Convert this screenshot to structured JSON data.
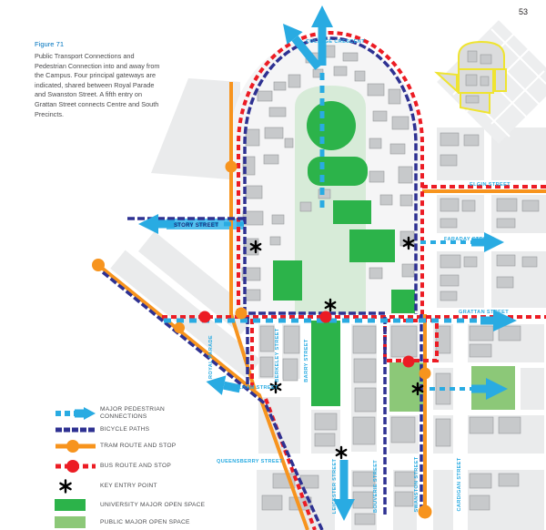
{
  "page": {
    "number": "53"
  },
  "figure": {
    "label": "Figure 71",
    "caption": "Public Transport Connections and Pedestrian Connection into and away from the Campus. Four principal gateways are indicated, shared between Royal Parade and Swanston Street. A fifth entry on Grattan Street connects Centre and South Precincts."
  },
  "legend": {
    "items": [
      {
        "label": "MAJOR PEDESTRIAN CONNECTIONS",
        "symbol": "dashed-arrow-icon",
        "color": "#29ABE2"
      },
      {
        "label": "BICYCLE PATHS",
        "symbol": "dashed-line-icon",
        "color": "#2E3192"
      },
      {
        "label": "TRAM ROUTE AND STOP",
        "symbol": "line-with-dot-icon",
        "color": "#F7941E"
      },
      {
        "label": "BUS ROUTE AND STOP",
        "symbol": "dashed-line-with-dot-icon",
        "color": "#EC1C24"
      },
      {
        "label": "KEY ENTRY POINT",
        "symbol": "asterisk-icon",
        "color": "#000000"
      },
      {
        "label": "UNIVERSITY MAJOR OPEN SPACE",
        "symbol": "square-icon",
        "color": "#2CB34A"
      },
      {
        "label": "PUBLIC MAJOR OPEN SPACE",
        "symbol": "square-icon",
        "color": "#8CC878"
      }
    ]
  },
  "map": {
    "streets": [
      {
        "name": "COLLEGE CRESCENT"
      },
      {
        "name": "STORY STREET"
      },
      {
        "name": "ELGIN STREET"
      },
      {
        "name": "FARADAY STREET"
      },
      {
        "name": "GRATTAN STREET"
      },
      {
        "name": "ROYAL PARADE"
      },
      {
        "name": "BERKELEY STREET"
      },
      {
        "name": "BARRY STREET"
      },
      {
        "name": "PELHAM STREET"
      },
      {
        "name": "QUEENSBERRY STREET"
      },
      {
        "name": "LEICESTER STREET"
      },
      {
        "name": "BOUVERIE STREET"
      },
      {
        "name": "SWANSTON STREET"
      },
      {
        "name": "CARDIGAN STREET"
      }
    ],
    "key_entry_point_count": 6,
    "colors": {
      "pedestrian": "#29ABE2",
      "bicycle": "#2E3192",
      "tram": "#F7941E",
      "bus": "#EC1C24",
      "university_open_space": "#2CB34A",
      "public_open_space": "#8CC878",
      "inset_outline": "#EFE431",
      "street_label": "#29ABE2"
    }
  }
}
